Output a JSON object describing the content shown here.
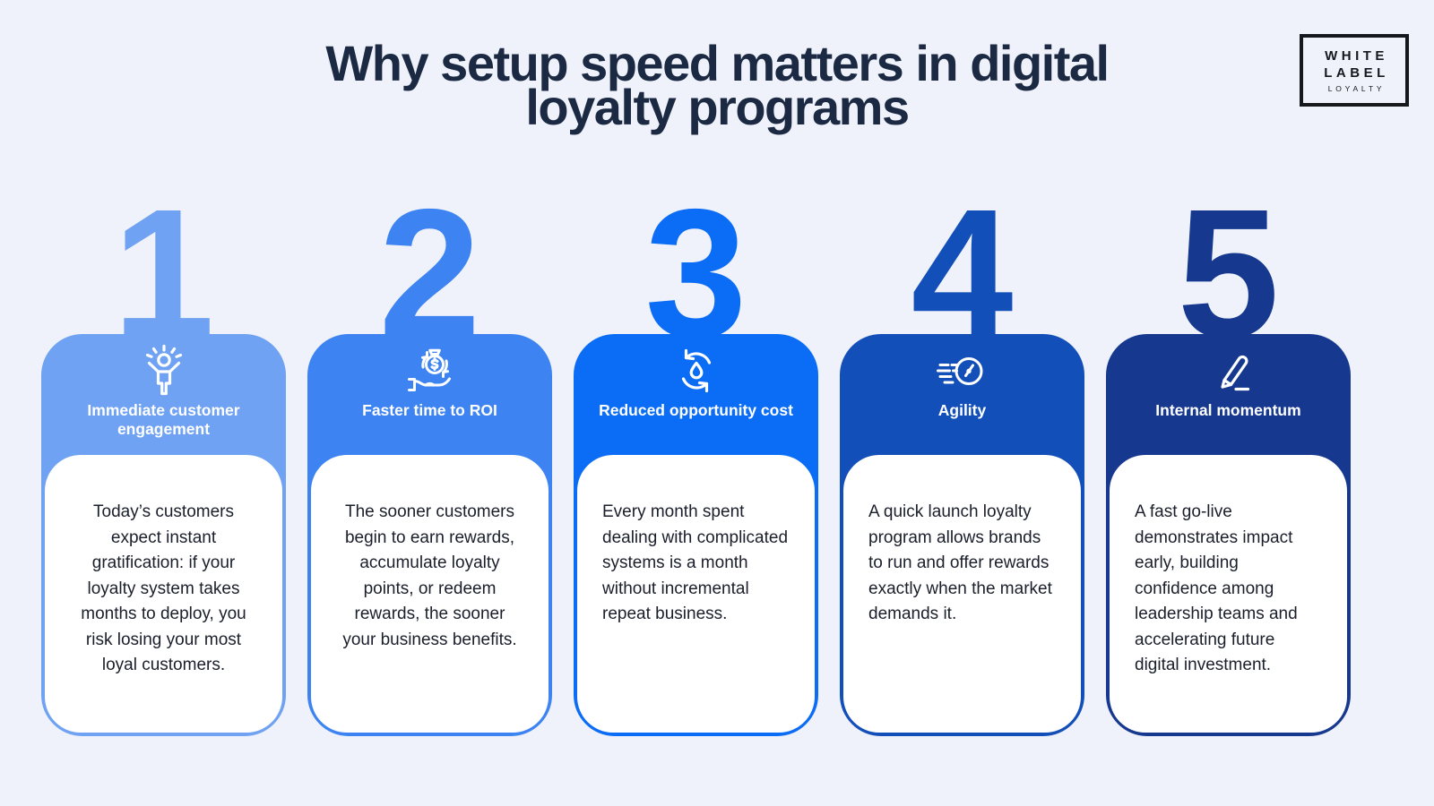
{
  "page": {
    "background": "#EFF2FA",
    "title_color": "#1B2943"
  },
  "title": {
    "line1": "Why setup speed matters in digital",
    "line2": "loyalty programs"
  },
  "logo": {
    "line1": "WHITE",
    "line2": "LABEL",
    "line3": "LOYALTY"
  },
  "cards": [
    {
      "number": "1",
      "icon": "cheering-person-icon",
      "color": "#6FA2F2",
      "label": "Immediate customer engagement",
      "align": "center",
      "body": "Today’s customers expect instant gratification: if your loyalty system takes months to deploy, you risk losing your most loyal customers."
    },
    {
      "number": "2",
      "icon": "money-bag-in-hand-icon",
      "color": "#3D84F2",
      "label": "Faster time to ROI",
      "align": "center",
      "body": "The sooner customers begin to earn rewards, accumulate loyalty points, or redeem rewards, the sooner your business benefits."
    },
    {
      "number": "3",
      "icon": "cycle-drop-icon",
      "color": "#0B6CF5",
      "label": "Reduced opportunity cost",
      "align": "left",
      "body": "Every month spent dealing with complicated systems is a month without incremental repeat business."
    },
    {
      "number": "4",
      "icon": "fast-clock-icon",
      "color": "#134FB8",
      "label": "Agility",
      "align": "left",
      "body": "A quick launch loyalty program allows brands to run and offer rewards exactly when the market demands it."
    },
    {
      "number": "5",
      "icon": "pencil-icon",
      "color": "#16398F",
      "label": "Internal momentum",
      "align": "left",
      "body": "A fast go-live demonstrates impact early, building confidence among leadership teams and accelerating future digital investment."
    }
  ]
}
